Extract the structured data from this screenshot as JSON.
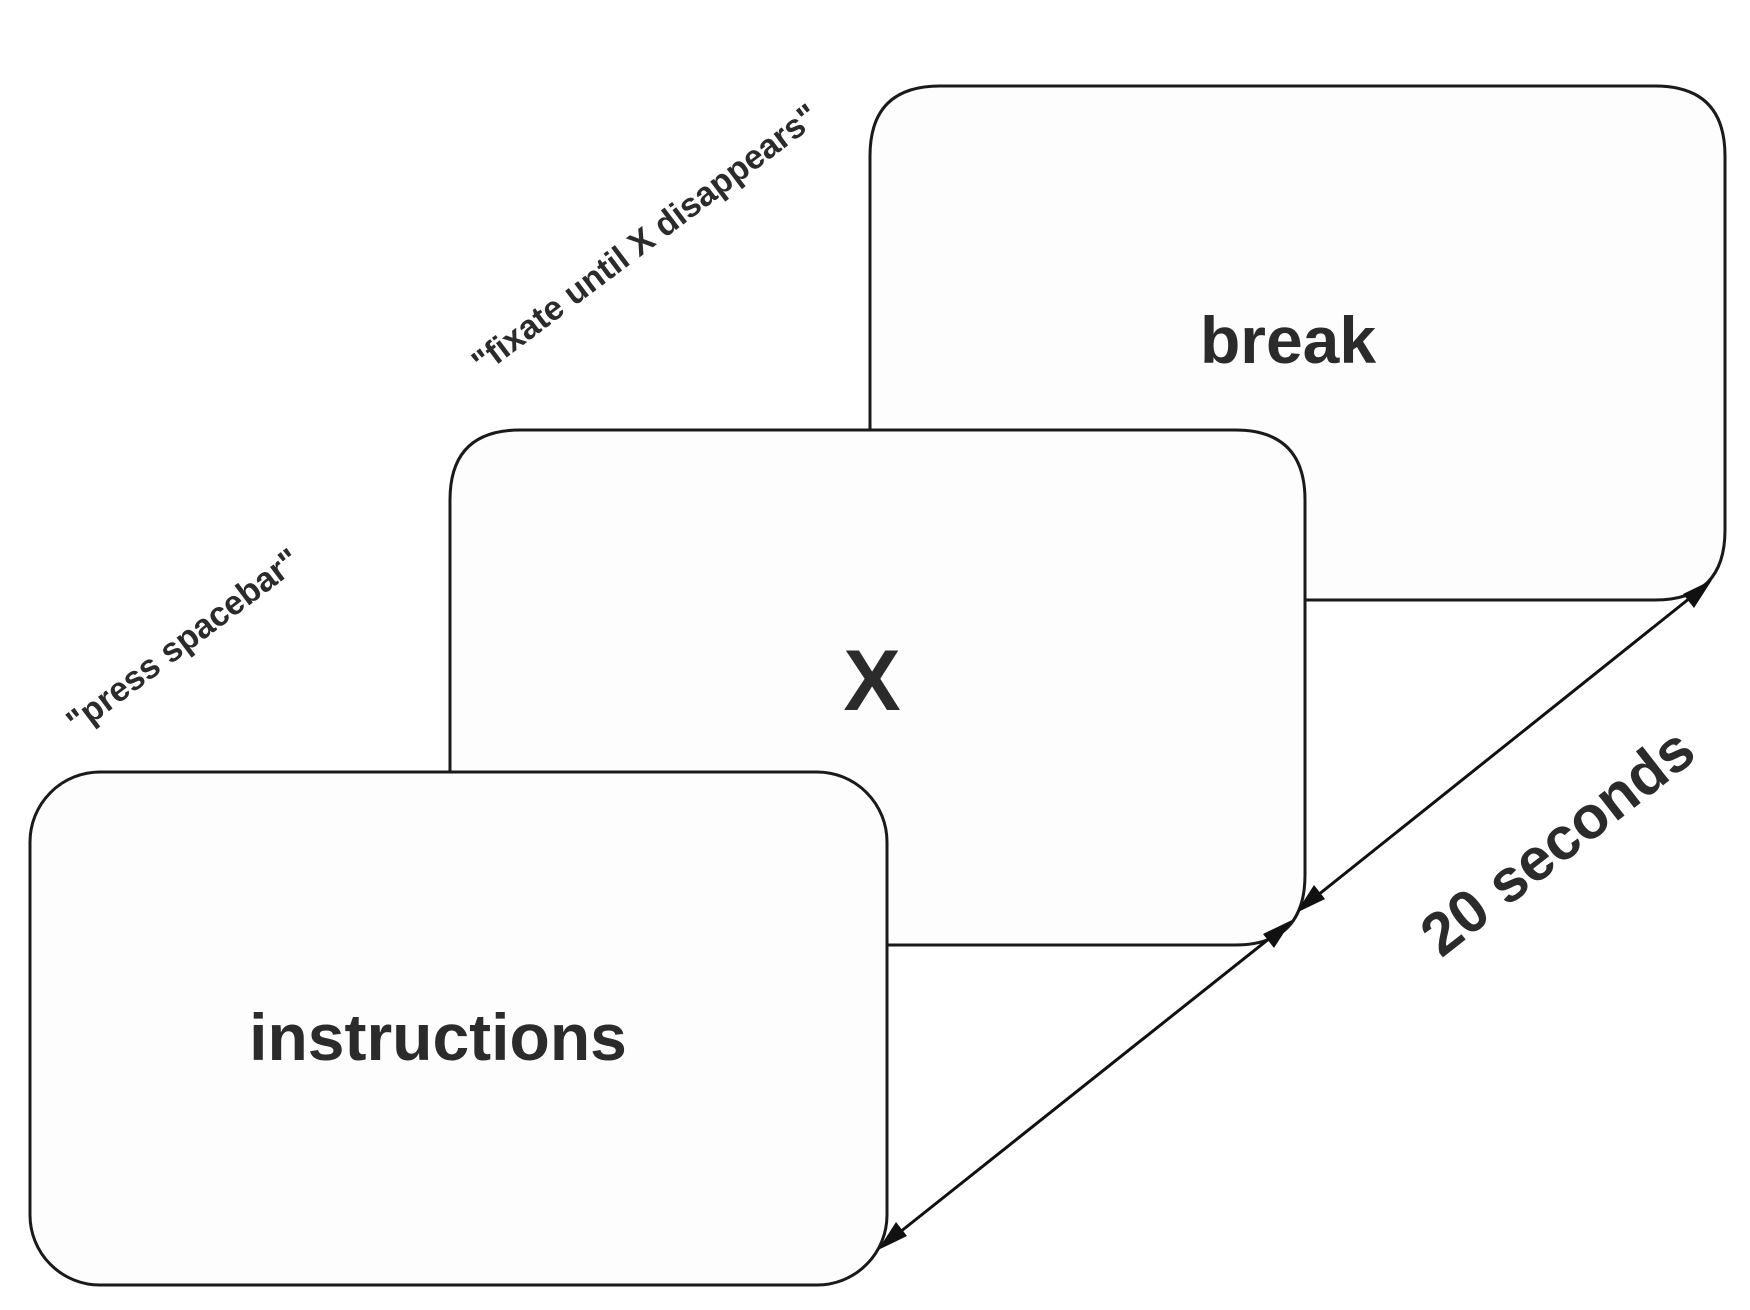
{
  "screens": {
    "break": {
      "label": "break"
    },
    "fixation": {
      "label": "X"
    },
    "instructions": {
      "label": "instructions"
    }
  },
  "cues": {
    "instructions": "\"press spacebar\"",
    "fixation": "\"fixate until X disappears\""
  },
  "duration": {
    "label": "20 seconds"
  },
  "colors": {
    "stroke": "#1a1a1a",
    "text": "#2b2b2b",
    "fill": "#fdfdfd"
  }
}
